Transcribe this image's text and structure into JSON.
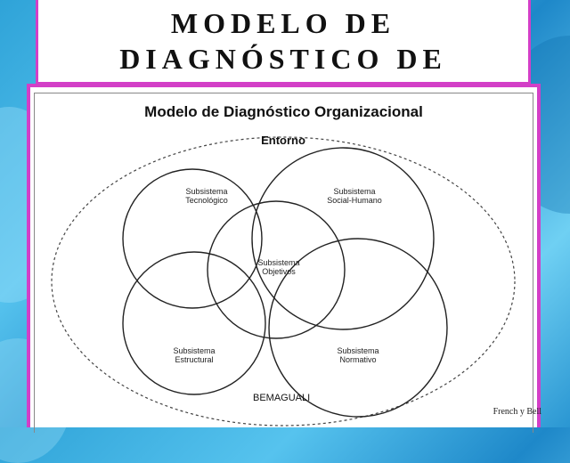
{
  "slide": {
    "title_line1": "MODELO DE",
    "title_line2": "DIAGNÓSTICO DE"
  },
  "diagram": {
    "title": "Modelo de Diagnóstico Organizacional",
    "environment_label": "Entorno",
    "subsystems": {
      "tecnologico": [
        "Subsistema",
        "Tecnológico"
      ],
      "social_humano": [
        "Subsistema",
        "Social-Humano"
      ],
      "objetivos": [
        "Subsistema",
        "Objetivos"
      ],
      "estructural": [
        "Subsistema",
        "Estructural"
      ],
      "normativo": [
        "Subsistema",
        "Normativo"
      ]
    },
    "credit": "French y Bell"
  },
  "watermark": "BEMAGUALI",
  "colors": {
    "frame_border": "#d33fc7",
    "background": "#2fa3d8"
  }
}
